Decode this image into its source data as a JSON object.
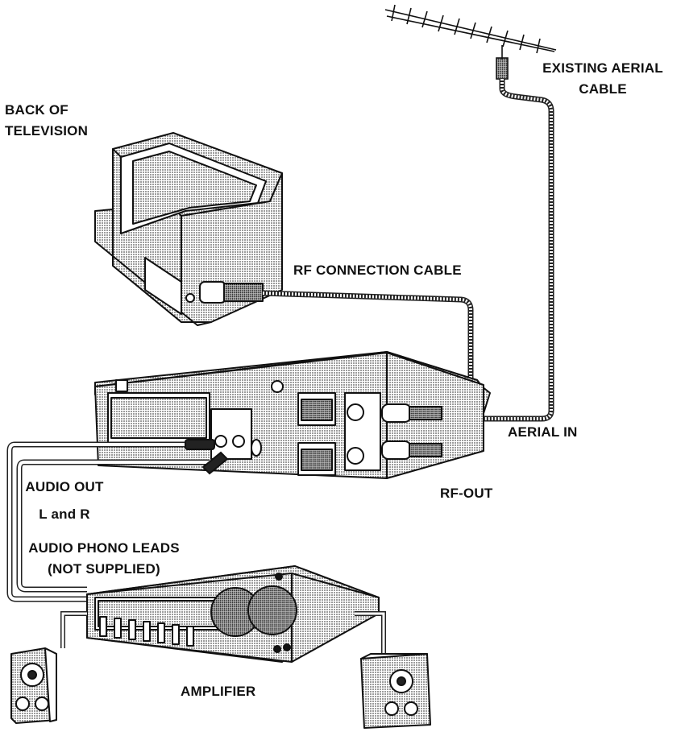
{
  "labels": {
    "existing_aerial_cable_1": "EXISTING AERIAL",
    "existing_aerial_cable_2": "CABLE",
    "back_of_tv_1": "BACK OF",
    "back_of_tv_2": "TELEVISION",
    "rf_connection_cable": "RF CONNECTION CABLE",
    "aerial_in": "AERIAL IN",
    "rf_out": "RF-OUT",
    "audio_out_1": "AUDIO OUT",
    "audio_out_2": "L and R",
    "audio_phono_leads_1": "AUDIO PHONO LEADS",
    "audio_phono_leads_2": "(NOT SUPPLIED)",
    "amplifier": "AMPLIFIER"
  },
  "colors": {
    "line": "#111111",
    "stipple": "#b8b8b8",
    "background": "#ffffff"
  }
}
